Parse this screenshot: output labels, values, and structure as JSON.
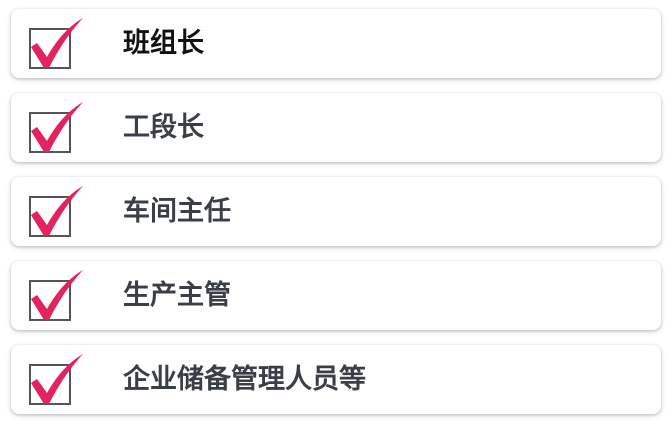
{
  "checklist": {
    "items": [
      {
        "label": "班组长",
        "checked": true
      },
      {
        "label": "工段长",
        "checked": true
      },
      {
        "label": "车间主任",
        "checked": true
      },
      {
        "label": "生产主管",
        "checked": true
      },
      {
        "label": "企业储备管理人员等",
        "checked": true
      }
    ],
    "check_color": "#e2235e",
    "box_border_color": "#555555"
  }
}
